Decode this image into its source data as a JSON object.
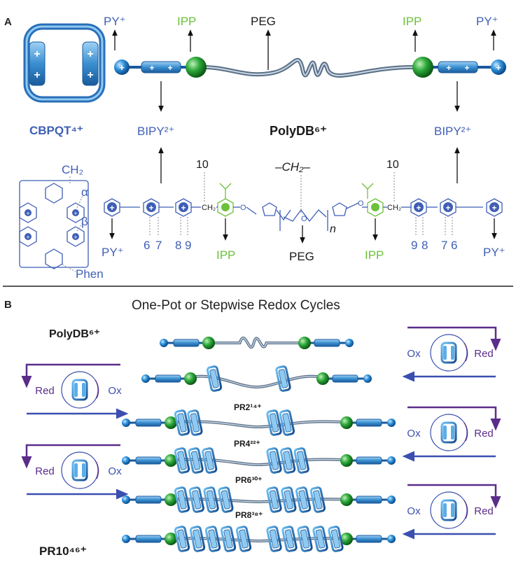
{
  "panel_a": {
    "label": "A",
    "top_labels": {
      "py_left": "PY⁺",
      "ipp_left": "IPP",
      "peg": "PEG",
      "ipp_right": "IPP",
      "py_right": "PY⁺"
    },
    "cbpqt": "CBPQT⁴⁺",
    "bipy_left": "BIPY²⁺",
    "polydb": "PolyDB⁶⁺",
    "bipy_right": "BIPY²⁺",
    "cbpqt_struct": {
      "ch2": "CH₂",
      "alpha": "α",
      "beta": "β",
      "phen": "Phen"
    },
    "chem": {
      "ten_left": "10",
      "ch2_mid": "–CH₂–",
      "ten_right": "10",
      "ch2_link_left": "CH₂",
      "ch2_link_right": "CH₂",
      "o_left": "O",
      "o_mid": "O",
      "o_right": "O",
      "n_sub": "n",
      "bottom_labels": {
        "py_left": "PY⁺",
        "ipp_left": "IPP",
        "peg": "PEG",
        "ipp_right": "IPP",
        "py_right": "PY⁺"
      },
      "num_left": [
        "6",
        "7",
        "8",
        "9"
      ],
      "num_right": [
        "9",
        "8",
        "7",
        "6"
      ]
    }
  },
  "panel_b": {
    "label": "B",
    "title": "One-Pot or Stepwise Redox Cycles",
    "polydb": "PolyDB⁶⁺",
    "pr2": "PR2¹⁴⁺",
    "pr4": "PR4²²⁺",
    "pr6": "PR6³⁰⁺",
    "pr8": "PR8³⁸⁺",
    "pr10": "PR10⁴⁶⁺",
    "cycles": [
      {
        "side": "right",
        "left": "Ox",
        "right": "Red"
      },
      {
        "side": "left",
        "left": "Red",
        "right": "Ox"
      },
      {
        "side": "right",
        "left": "Ox",
        "right": "Red"
      },
      {
        "side": "left",
        "left": "Red",
        "right": "Ox"
      },
      {
        "side": "right",
        "left": "Ox",
        "right": "Red"
      }
    ]
  },
  "colors": {
    "blue_text": "#3f5fb6",
    "green_text": "#6cc13b",
    "bead_blue": "#2f8fd0",
    "bead_green": "#2a9a3a",
    "arrow_purple": "#5b2d8a",
    "arrow_blue": "#3a4fb0"
  }
}
